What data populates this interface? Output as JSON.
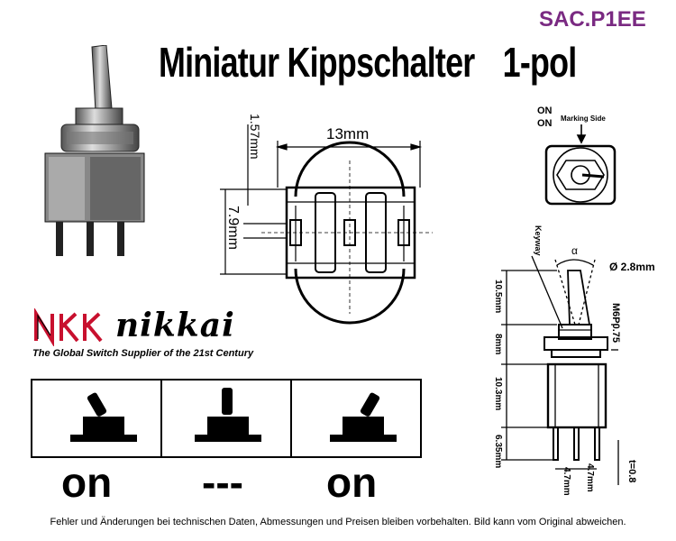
{
  "header": {
    "code": "SAC.P1EE",
    "title": "Miniatur Kippschalter",
    "poles": "1-pol"
  },
  "brand": {
    "mark": "NKK",
    "name": "nikkai",
    "tagline": "The Global Switch Supplier of the 21st Century"
  },
  "top_drawing": {
    "width_label": "13mm",
    "dim_157": "1.57mm",
    "dim_79": "7.9mm"
  },
  "front_view": {
    "on_top": "ON",
    "on_bottom": "ON",
    "marking_side": "Marking Side"
  },
  "side_view": {
    "keyway": "Keyway",
    "alpha": "α",
    "diameter": "Ø 2.8mm",
    "thread": "M6P0.75",
    "dims": [
      "10.5mm",
      "8mm",
      "10.3mm",
      "6.35mm"
    ],
    "pin_pitch_1": "4.7mm",
    "pin_pitch_2": "4.7mm",
    "thickness": "t=0.8"
  },
  "positions": [
    "on",
    "---",
    "on"
  ],
  "footer": "Fehler und Änderungen bei technischen Daten, Abmessungen und Preisen bleiben vorbehalten. Bild kann vom Original abweichen."
}
